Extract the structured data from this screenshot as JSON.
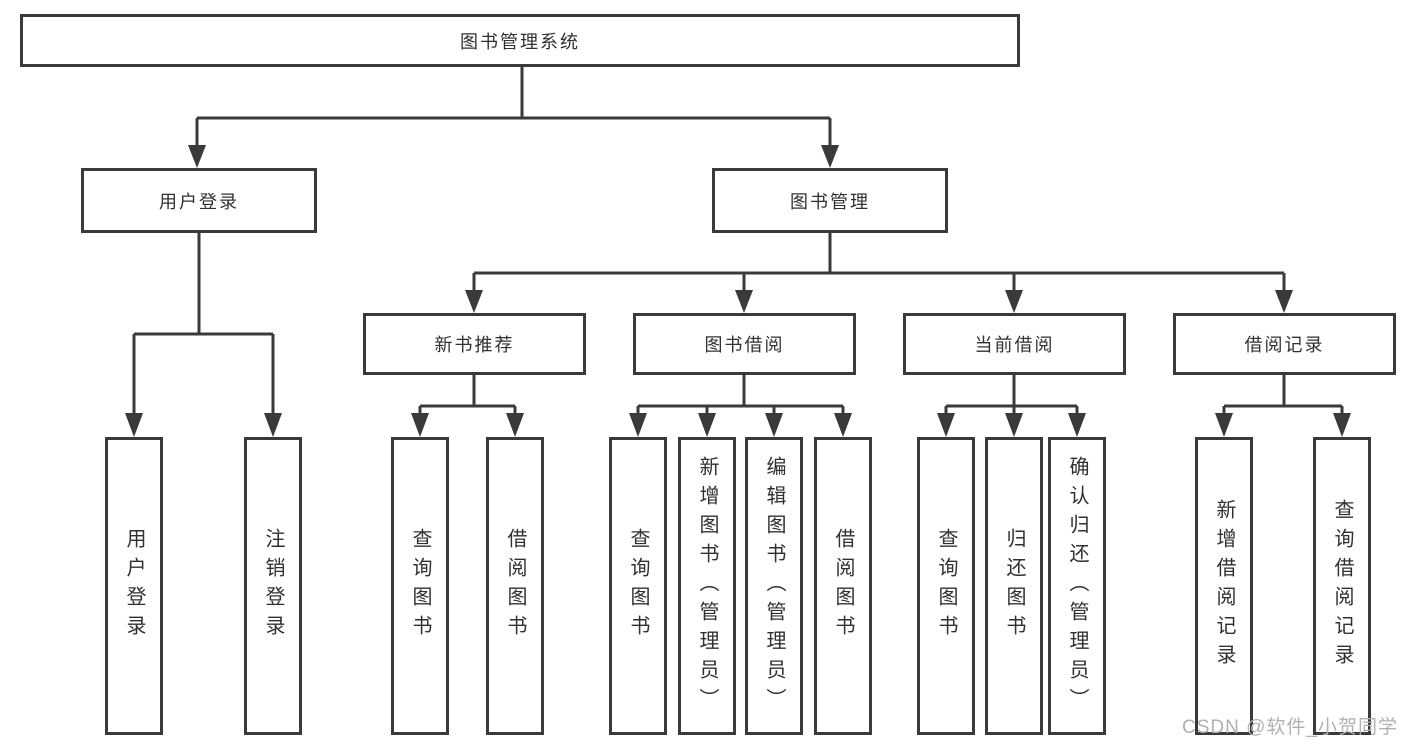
{
  "diagram": {
    "title": "图书管理系统",
    "type": "hierarchy-flowchart",
    "colors": {
      "line": "#3a3a3a",
      "box_fill": "#ffffff",
      "text": "#303030",
      "watermark": "#b1b1b1"
    },
    "tree": {
      "label": "图书管理系统",
      "children": [
        {
          "label": "用户登录",
          "children": [
            {
              "label": "用户登录"
            },
            {
              "label": "注销登录"
            }
          ]
        },
        {
          "label": "图书管理",
          "children": [
            {
              "label": "新书推荐",
              "children": [
                {
                  "label": "查询图书"
                },
                {
                  "label": "借阅图书"
                }
              ]
            },
            {
              "label": "图书借阅",
              "children": [
                {
                  "label": "查询图书"
                },
                {
                  "label": "新增图书（管理员）"
                },
                {
                  "label": "编辑图书（管理员）"
                },
                {
                  "label": "借阅图书"
                }
              ]
            },
            {
              "label": "当前借阅",
              "children": [
                {
                  "label": "查询图书"
                },
                {
                  "label": "归还图书"
                },
                {
                  "label": "确认归还（管理员）"
                }
              ]
            },
            {
              "label": "借阅记录",
              "children": [
                {
                  "label": "新增借阅记录"
                },
                {
                  "label": "查询借阅记录"
                }
              ]
            }
          ]
        }
      ]
    },
    "watermark": "CSDN @软件_小贺同学"
  }
}
